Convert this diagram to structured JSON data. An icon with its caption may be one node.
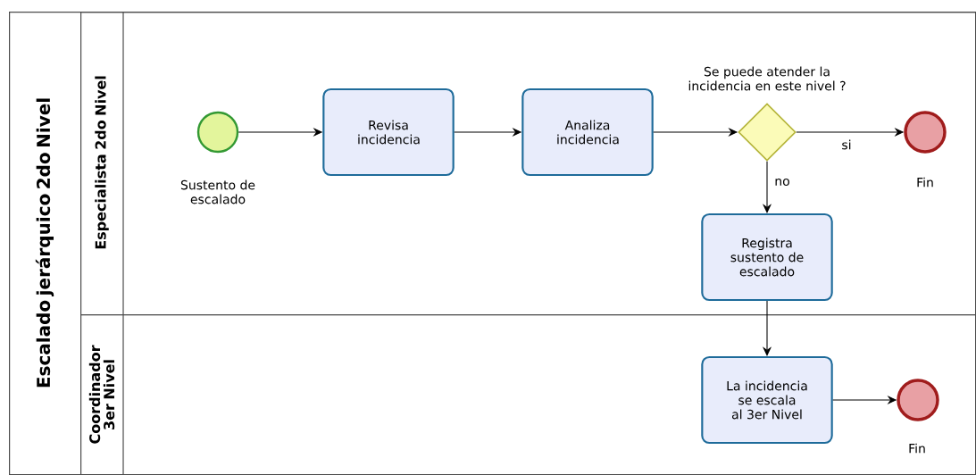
{
  "diagram": {
    "nodes": [
      {
        "text": [
          "Escalado jerárquico 2do Nivel"
        ]
      },
      {
        "text": [
          "Especialista 2do Nivel"
        ],
        "in": 0
      },
      {
        "text": [
          "Coordinador 3er Nivel"
        ],
        "in": 0
      },
      {
        "text": [],
        "shape": "circle",
        "beside": [
          "Sustento de escalado"
        ],
        "in": 1
      },
      {
        "text": [
          "Revisa incidencia"
        ],
        "in": 1
      },
      {
        "text": [
          "Analiza incidencia"
        ],
        "in": 1
      },
      {
        "text": [],
        "shape": "diamond",
        "beside": [
          "Se puede atender la incidencia en este nivel ?"
        ],
        "in": 1
      },
      {
        "text": [],
        "shape": "circle",
        "beside": [
          "Fin"
        ],
        "in": 1
      },
      {
        "text": [
          "Registra sustento de escalado"
        ],
        "in": 1
      },
      {
        "text": [
          "La incidencia se escala al 3er Nivel"
        ],
        "in": 2
      },
      {
        "text": [],
        "shape": "circle",
        "beside": [
          "Fin"
        ],
        "in": 2
      }
    ],
    "edges": [
      {
        "from": 3,
        "to": 4,
        "arrow": "to"
      },
      {
        "from": 4,
        "to": 5,
        "arrow": "to"
      },
      {
        "from": 5,
        "to": 6,
        "arrow": "to"
      },
      {
        "from": 6,
        "to": 7,
        "arrow": "to",
        "label": "si"
      },
      {
        "from": 6,
        "to": 8,
        "arrow": "to",
        "label": "no"
      },
      {
        "from": 8,
        "to": 9,
        "arrow": "to"
      },
      {
        "from": 9,
        "to": 10,
        "arrow": "to"
      }
    ]
  }
}
